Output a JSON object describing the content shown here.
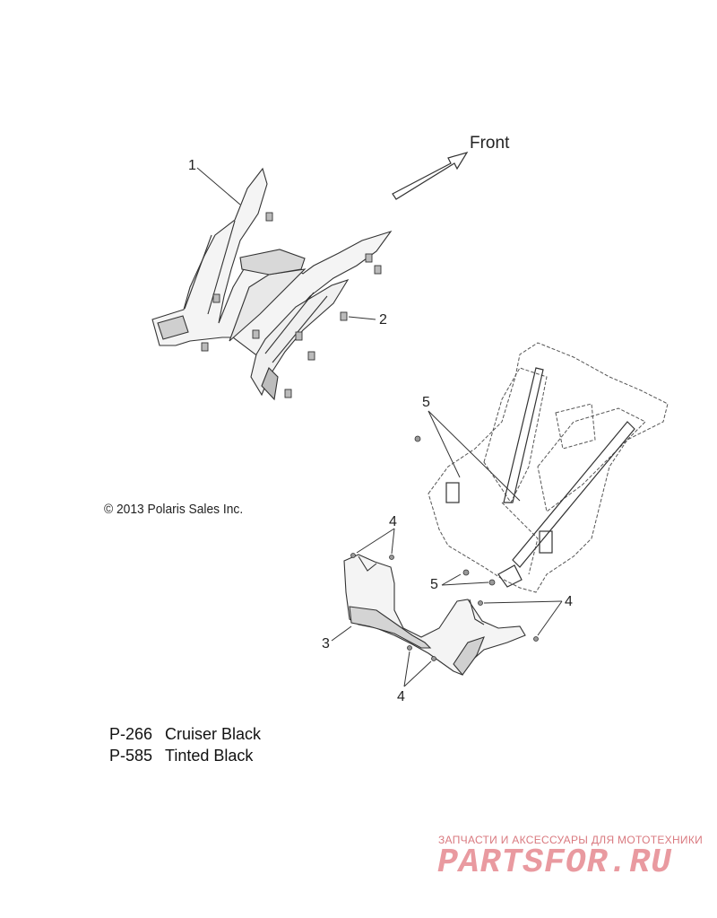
{
  "front_label": "Front",
  "copyright": "© 2013 Polaris Sales Inc.",
  "callouts": {
    "c1": "1",
    "c2": "2",
    "c3": "3",
    "c4a": "4",
    "c4b": "4",
    "c4c": "4",
    "c5a": "5",
    "c5b": "5"
  },
  "legend": [
    {
      "code": "P-266",
      "name": "Cruiser Black"
    },
    {
      "code": "P-585",
      "name": "Tinted Black"
    }
  ],
  "watermark": {
    "tagline": "ЗАПЧАСТИ И АКСЕССУАРЫ ДЛЯ МОТОТЕХНИКИ",
    "logo": "PARTSFOR.RU"
  },
  "colors": {
    "line": "#333333",
    "watermark": "#e99aa0"
  }
}
